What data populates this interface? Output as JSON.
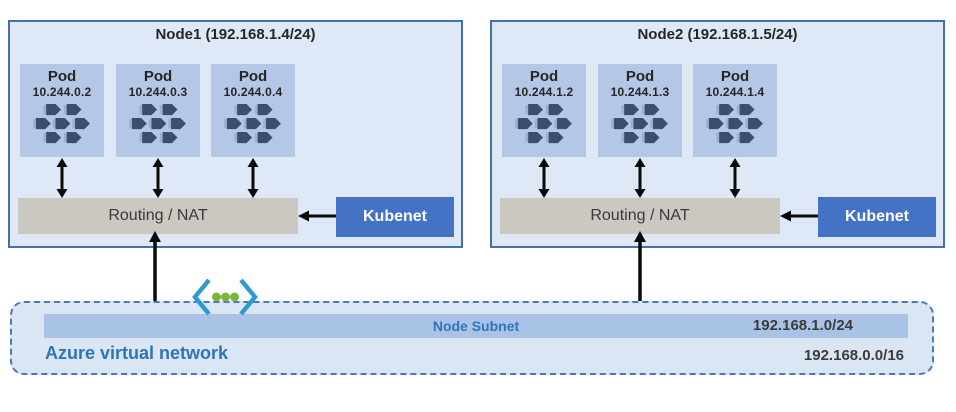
{
  "nodes": [
    {
      "title": "Node1 (192.168.1.4/24)",
      "pods": [
        {
          "label": "Pod",
          "ip": "10.244.0.2",
          "icon": "pod-containers-icon"
        },
        {
          "label": "Pod",
          "ip": "10.244.0.3",
          "icon": "pod-containers-icon"
        },
        {
          "label": "Pod",
          "ip": "10.244.0.4",
          "icon": "pod-containers-icon"
        }
      ],
      "routing_label": "Routing / NAT",
      "kubenet_label": "Kubenet"
    },
    {
      "title": "Node2 (192.168.1.5/24)",
      "pods": [
        {
          "label": "Pod",
          "ip": "10.244.1.2",
          "icon": "pod-containers-icon"
        },
        {
          "label": "Pod",
          "ip": "10.244.1.3",
          "icon": "pod-containers-icon"
        },
        {
          "label": "Pod",
          "ip": "10.244.1.4",
          "icon": "pod-containers-icon"
        }
      ],
      "routing_label": "Routing / NAT",
      "kubenet_label": "Kubenet"
    }
  ],
  "vnet": {
    "label": "Azure virtual network",
    "cidr": "192.168.0.0/16",
    "icon": "virtual-network-icon",
    "subnet": {
      "label": "Node Subnet",
      "cidr": "192.168.1.0/24"
    }
  },
  "colors": {
    "node_fill": "#dfe8f6",
    "node_border": "#4470ae",
    "pod_fill": "#b4c7e7",
    "pod_icon_dark": "#3d4d6d",
    "pod_icon_light": "#9db1cf",
    "routing_fill": "#cbc7c1",
    "kubenet_fill": "#4472c4",
    "vnet_fill": "#dbe6f5",
    "vnet_border": "#4a78be",
    "subnet_fill": "#a9c3e6",
    "blue_text": "#2e75b6",
    "dark_text": "#262626",
    "arrow": "#0a0a0a",
    "icon_bracket_blue": "#2f9ad0",
    "icon_dot_green": "#7ab63c"
  }
}
